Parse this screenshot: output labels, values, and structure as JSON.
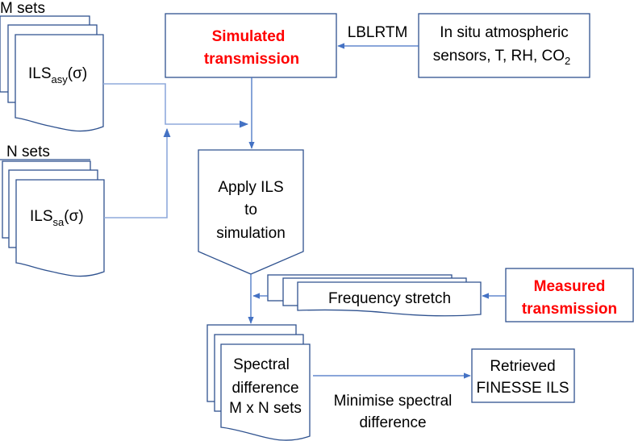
{
  "diagram": {
    "type": "flowchart",
    "colors": {
      "box_border": "#2f528f",
      "arrow": "#4472c4",
      "highlight_text": "#ff0000",
      "text": "#000000"
    },
    "nodes": {
      "m_sets": {
        "caption": "M sets",
        "label_main": "ILS",
        "label_sub": "asy",
        "label_tail": "(σ)",
        "shape": "multi-document"
      },
      "n_sets": {
        "caption": "N sets",
        "label_main": "ILS",
        "label_sub": "sa",
        "label_tail": "(σ)",
        "shape": "multi-document"
      },
      "simulated": {
        "lines": [
          "Simulated",
          "transmission"
        ],
        "highlight": true,
        "shape": "rectangle"
      },
      "in_situ": {
        "line1": "In situ atmospheric",
        "line2_main": "sensors, T, RH, CO",
        "line2_sub": "2",
        "shape": "rectangle"
      },
      "apply_ils": {
        "lines": [
          "Apply ILS",
          "to",
          "simulation"
        ],
        "shape": "off-page-connector"
      },
      "frequency_stretch": {
        "label": "Frequency stretch",
        "shape": "multi-document"
      },
      "measured": {
        "lines": [
          "Measured",
          "transmission"
        ],
        "highlight": true,
        "shape": "rectangle"
      },
      "spectral_difference": {
        "lines": [
          "Spectral",
          "difference",
          "M x N sets"
        ],
        "shape": "multi-document"
      },
      "retrieved": {
        "lines": [
          "Retrieved",
          "FINESSE ILS"
        ],
        "shape": "rectangle"
      }
    },
    "edges": [
      {
        "from": "in_situ",
        "to": "simulated",
        "label": "LBLRTM"
      },
      {
        "from": "simulated",
        "to": "apply_ils",
        "label": ""
      },
      {
        "from": "m_sets",
        "to": "apply_ils",
        "label": ""
      },
      {
        "from": "n_sets",
        "to": "apply_ils",
        "label": ""
      },
      {
        "from": "measured",
        "to": "frequency_stretch",
        "label": ""
      },
      {
        "from": "frequency_stretch",
        "to": "spectral_difference",
        "label": ""
      },
      {
        "from": "apply_ils",
        "to": "spectral_difference",
        "label": ""
      },
      {
        "from": "spectral_difference",
        "to": "retrieved",
        "label_lines": [
          "Minimise spectral",
          "difference"
        ]
      }
    ]
  }
}
